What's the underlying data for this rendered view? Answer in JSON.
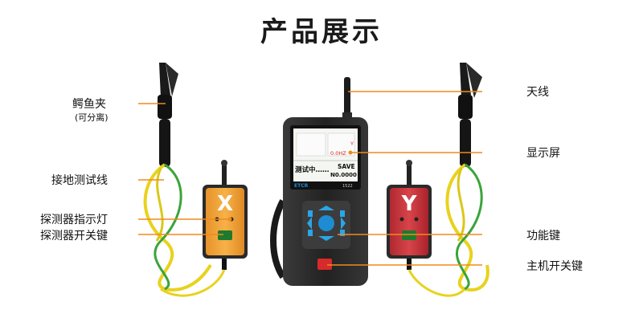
{
  "title": "产品展示",
  "labels_left": {
    "clip": "鳄鱼夹",
    "clip_note": "(可分离)",
    "ground_wire": "接地测试线",
    "detector_light": "探测器指示灯",
    "detector_switch": "探测器开关键"
  },
  "labels_right": {
    "antenna": "天线",
    "display": "显示屏",
    "function_keys": "功能键",
    "power_key": "主机开关键"
  },
  "device": {
    "screen_status": "测试中……",
    "screen_save": "SAVE",
    "screen_no": "N0.0000",
    "screen_value": "0.0HZ",
    "screen_axis": "Y",
    "brand": "ETCR",
    "model": "1522"
  },
  "detectors": {
    "x_letter": "X",
    "y_letter": "Y"
  },
  "colors": {
    "leader_line": "#f08a1e",
    "x_body": "#f2a53a",
    "y_body": "#c8323a",
    "device_body": "#2d2d2d",
    "wire_yellow": "#e8d21e",
    "wire_green": "#3aa43a"
  }
}
